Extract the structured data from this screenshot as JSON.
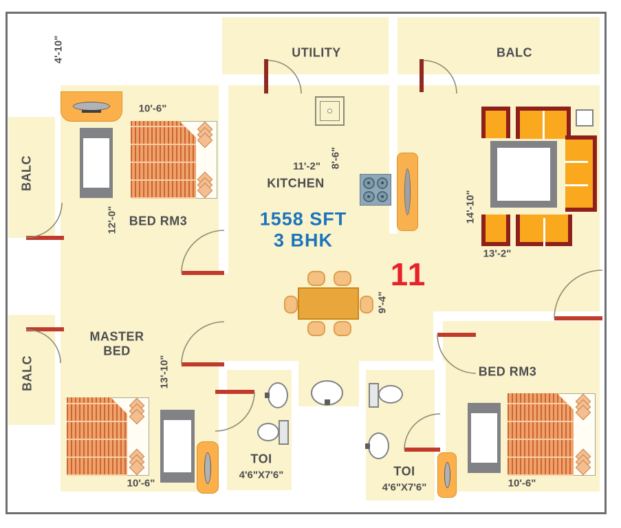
{
  "unit_number": "11",
  "summary": {
    "area": "1558 SFT",
    "config": "3 BHK"
  },
  "rooms": {
    "entry_recess": {
      "dimension": "4'-10\""
    },
    "utility": {
      "label": "UTILITY"
    },
    "balc_top": {
      "label": "BALC"
    },
    "balc_left_top": {
      "label": "BALC"
    },
    "balc_left_bottom": {
      "label": "BALC"
    },
    "bedroom_top_left": {
      "label": "BED RM3",
      "width": "10'-6\"",
      "depth": "12'-0\""
    },
    "kitchen": {
      "label": "KITCHEN",
      "width": "11'-2\"",
      "depth": "8'-6\""
    },
    "living": {
      "depth": "14'-10\"",
      "width": "13'-2\""
    },
    "dining": {
      "depth": "9'-4\""
    },
    "master_bedroom": {
      "label_line1": "MASTER",
      "label_line2": "BED",
      "depth": "13'-10\"",
      "width": "10'-6\""
    },
    "toilet_1": {
      "label": "TOI",
      "size": "4'6\"X7'6\""
    },
    "toilet_2": {
      "label": "TOI",
      "size": "4'6\"X7'6\""
    },
    "bedroom_bottom_right": {
      "label": "BED RM3",
      "width": "10'-6\""
    }
  },
  "colors": {
    "floor": "#FAF3CC",
    "wall": "#FFFFFF",
    "frame": "#6D6E71",
    "door_sill": "#C13B2C",
    "door_jamb": "#8E2A21",
    "sofa_seat": "#FAA81E",
    "sofa_frame": "#8E1F1B",
    "bed_stripe": "#CB6531",
    "bed_base": "#F0A26C",
    "furniture_gray": "#808285",
    "dresser_orange": "#FBB04C",
    "stove_blue": "#8FA8B8",
    "dining_table": "#E9A63B",
    "accent_blue": "#1B75BC",
    "accent_red": "#E8222A",
    "text": "#4D4D4F"
  }
}
